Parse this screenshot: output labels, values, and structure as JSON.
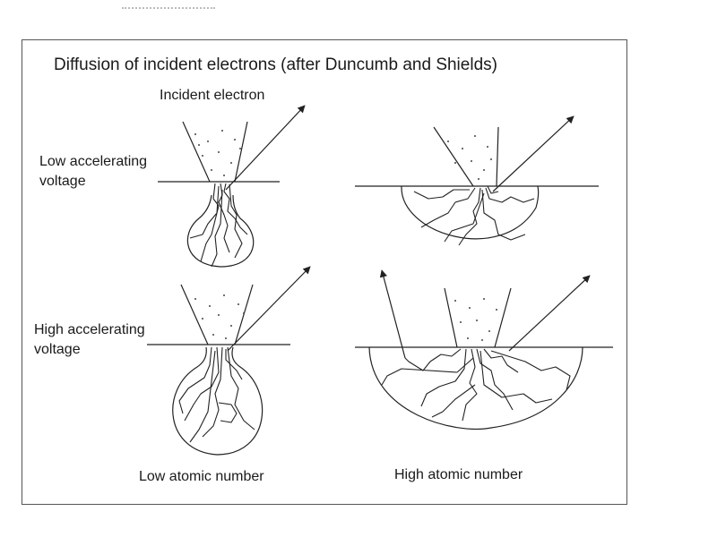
{
  "title": "Diffusion of incident electrons (after Duncumb and Shields)",
  "incident_label": "Incident electron",
  "row_labels": {
    "low": [
      "Low accelerating",
      "voltage"
    ],
    "high": [
      "High accelerating",
      "voltage"
    ]
  },
  "column_labels": {
    "low": "Low atomic number",
    "high": "High atomic number"
  }
}
